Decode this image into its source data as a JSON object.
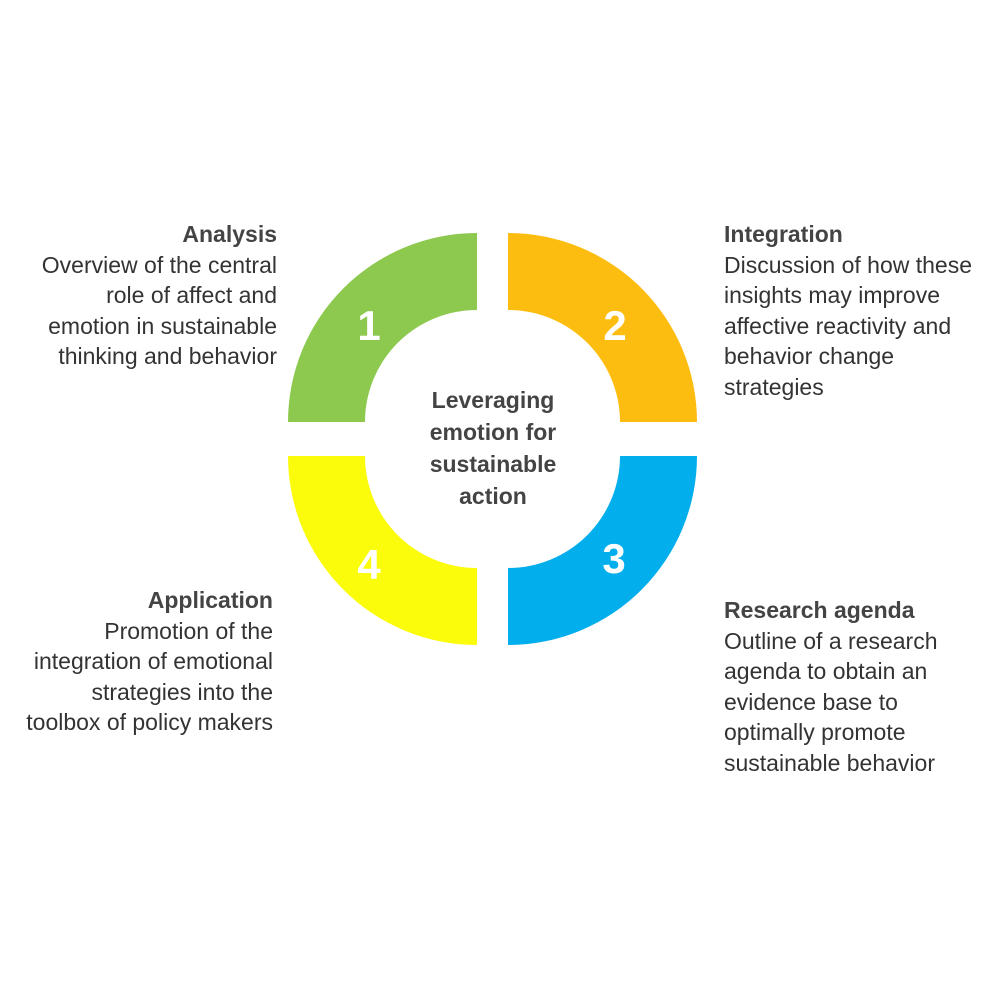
{
  "center": {
    "lines": [
      "Leveraging",
      "emotion for",
      "sustainable",
      "action"
    ]
  },
  "colors": {
    "segment_1": "#8DC94F",
    "segment_2": "#FDBD10",
    "segment_3": "#03AEEC",
    "segment_4": "#FBFB0C",
    "text": "#333333"
  },
  "segments": [
    {
      "number": "1",
      "title": "Analysis",
      "lines": [
        "Overview of the central",
        "role of affect and",
        "emotion in sustainable",
        "thinking and behavior"
      ]
    },
    {
      "number": "2",
      "title": "Integration",
      "lines": [
        "Discussion of how these",
        "insights may improve",
        "affective reactivity and",
        "behavior change",
        "strategies"
      ]
    },
    {
      "number": "3",
      "title": "Research agenda",
      "lines": [
        "Outline of a research",
        "agenda to obtain an",
        "evidence base to",
        "optimally promote",
        "sustainable behavior"
      ]
    },
    {
      "number": "4",
      "title": "Application",
      "lines": [
        "Promotion of the",
        "integration of emotional",
        "strategies into the",
        "toolbox of policy makers"
      ]
    }
  ]
}
